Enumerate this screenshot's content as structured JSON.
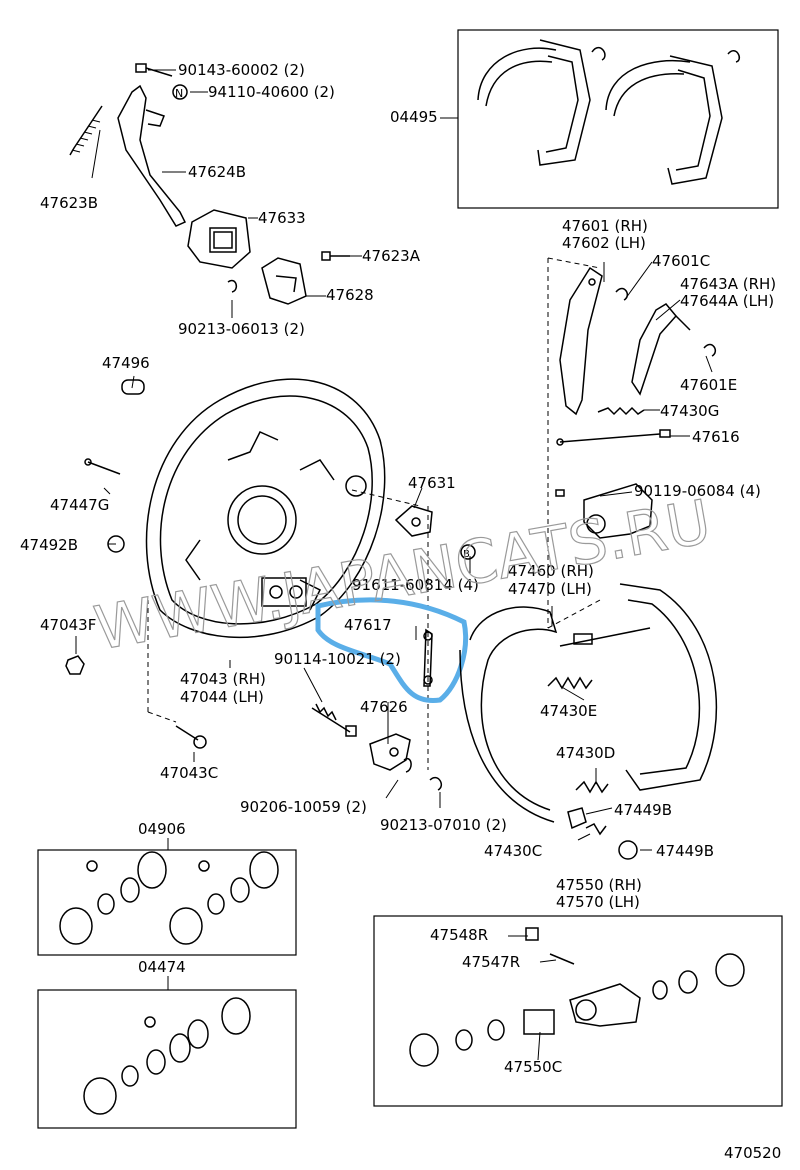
{
  "watermark": "WWW.JAPANCATS.RU",
  "diagram_id": "470520",
  "highlight_color": "#5aaee8",
  "labels": {
    "p90143": "90143-60002 (2)",
    "p94110": "94110-40600 (2)",
    "p94110_mark": "N",
    "p47624B": "47624B",
    "p47623B": "47623B",
    "p47633": "47633",
    "p47623A": "47623A",
    "p47628": "47628",
    "p90213a": "90213-06013 (2)",
    "p04495": "04495",
    "p47601": "47601 (RH)",
    "p47602": "47602 (LH)",
    "p47601C": "47601C",
    "p47643A": "47643A (RH)",
    "p47644A": "47644A (LH)",
    "p47601E": "47601E",
    "p47430G": "47430G",
    "p47616": "47616",
    "p90119": "90119-06084 (4)",
    "p47496": "47496",
    "p47447G": "47447G",
    "p47492B": "47492B",
    "p47043F": "47043F",
    "p47631": "47631",
    "p91611": "91611-60814 (4)",
    "p47617": "47617",
    "p90114": "90114-10021 (2)",
    "p47043": "47043 (RH)",
    "p47044": "47044 (LH)",
    "p47626": "47626",
    "p47043C": "47043C",
    "p90206": "90206-10059 (2)",
    "p90213b": "90213-07010 (2)",
    "p47460": "47460 (RH)",
    "p47470": "47470 (LH)",
    "p47430E": "47430E",
    "p47430D": "47430D",
    "p47449B_1": "47449B",
    "p47430C": "47430C",
    "p47449B_2": "47449B",
    "p04906": "04906",
    "p04474": "04474",
    "p47550": "47550 (RH)",
    "p47570": "47570 (LH)",
    "p47548R": "47548R",
    "p47547R": "47547R",
    "p47550C": "47550C"
  }
}
